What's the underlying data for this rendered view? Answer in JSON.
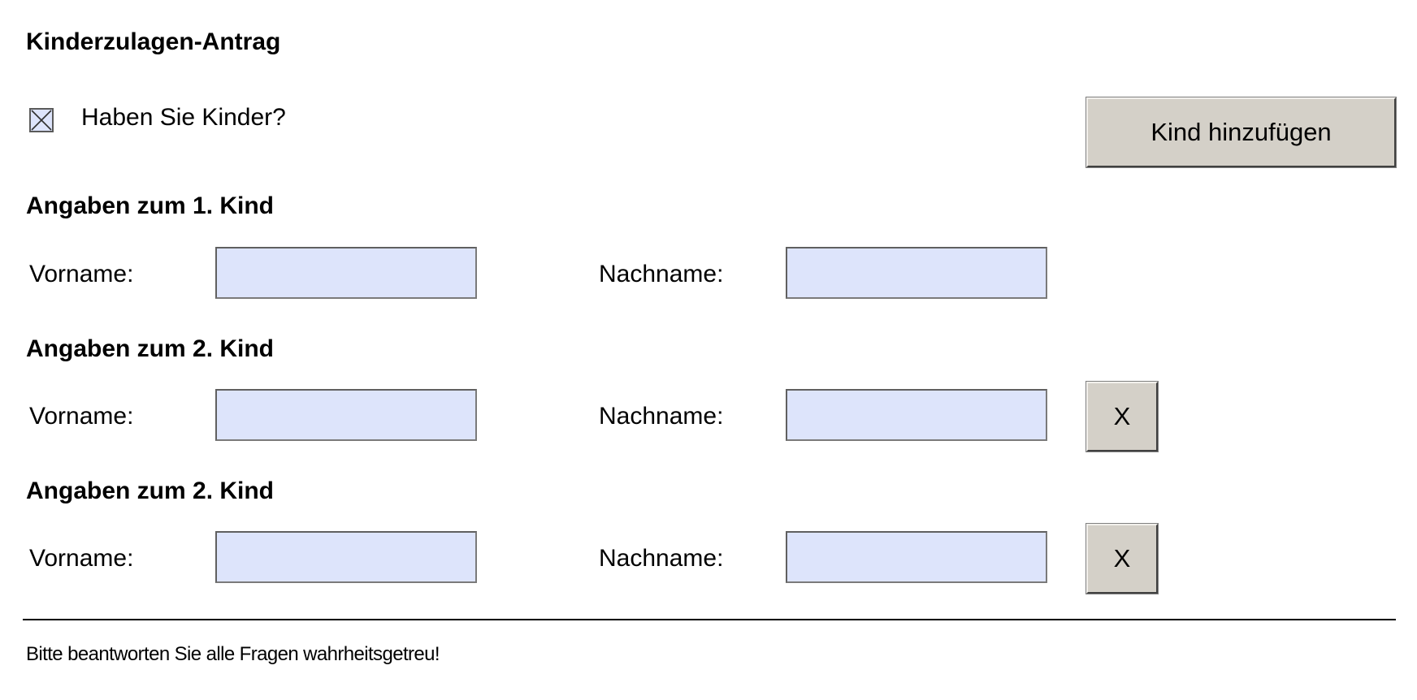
{
  "form": {
    "title": "Kinderzulagen-Antrag",
    "has_children": {
      "label": "Haben Sie Kinder?",
      "checked": true
    },
    "add_child_button": "Kind hinzufügen",
    "children": [
      {
        "heading": "Angaben zum 1. Kind",
        "first_name_label": "Vorname:",
        "first_name_value": "",
        "last_name_label": "Nachname:",
        "last_name_value": ""
      },
      {
        "heading": "Angaben zum 2. Kind",
        "first_name_label": "Vorname:",
        "first_name_value": "",
        "last_name_label": "Nachname:",
        "last_name_value": "",
        "remove_button": "X"
      },
      {
        "heading": "Angaben zum 2. Kind",
        "first_name_label": "Vorname:",
        "first_name_value": "",
        "last_name_label": "Nachname:",
        "last_name_value": "",
        "remove_button": "X"
      }
    ],
    "footer_note": "Bitte beantworten Sie alle Fragen wahrheitsgetreu!"
  },
  "colors": {
    "input_background": "#dde4fb",
    "button_face": "#d4d0c8",
    "text": "#000000",
    "page_background": "#ffffff"
  },
  "icons": {
    "checkbox_mark": "x-mark-icon"
  }
}
